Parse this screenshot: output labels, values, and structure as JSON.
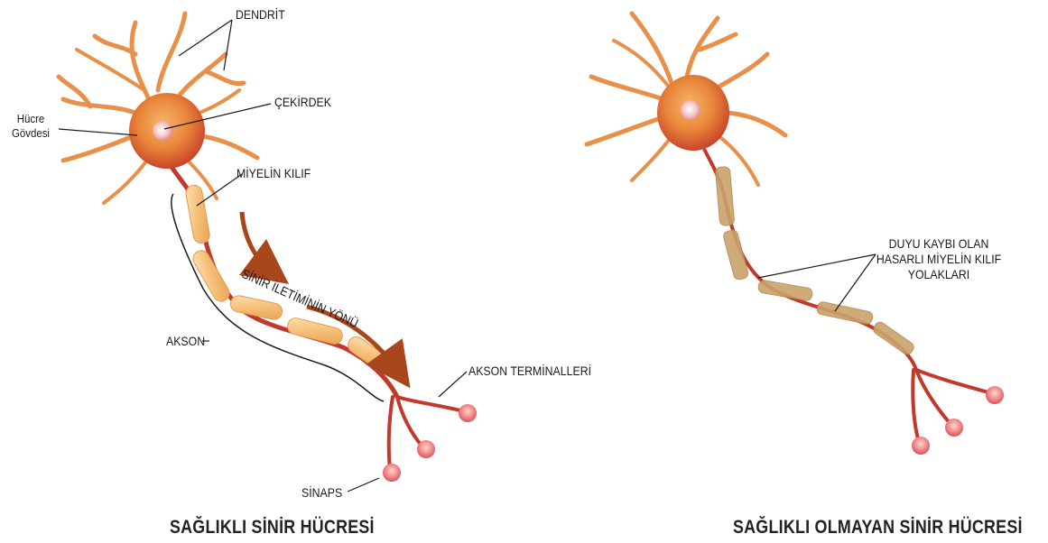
{
  "left_panel": {
    "caption": "SAĞLIKLI SİNİR HÜCRESİ",
    "labels": {
      "dendrite": "DENDRİT",
      "nucleus": "ÇEKİRDEK",
      "cell_body_line1": "Hücre",
      "cell_body_line2": "Gövdesi",
      "myelin": "MİYELİN KILIF",
      "direction": "SİNİR İLETİMİNİN YÖNÜ",
      "axon": "AKSON",
      "axon_terminals": "AKSON TERMİNALLERİ",
      "synapse": "SİNAPS"
    }
  },
  "right_panel": {
    "caption": "SAĞLIKLI OLMAYAN SİNİR HÜCRESİ",
    "damage_label_line1": "DUYU KAYBI OLAN",
    "damage_label_line2": "HASARLI MİYELİN KILIF",
    "damage_label_line3": "YOLAKLARI"
  },
  "colors": {
    "dendrite": "#e8904a",
    "cell_body": "#e6782e",
    "axon": "#c0392b",
    "myelin": "#f7c98a",
    "damaged_myelin": "#c9a26b",
    "arrow": "#a9471c",
    "synapse": "#e8606a"
  }
}
